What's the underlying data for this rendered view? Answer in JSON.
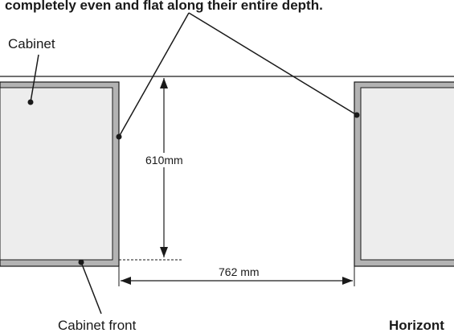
{
  "caption": "completely even and flat along their entire depth.",
  "labels": {
    "cabinet": "Cabinet",
    "cabinet_front": "Cabinet front",
    "horizontal": "Horizont"
  },
  "dimensions": {
    "depth": "610mm",
    "width": "762 mm"
  },
  "colors": {
    "panel_fill": "#ededed",
    "side_panel": "#b3b3b3",
    "outline": "#1a1a1a"
  }
}
